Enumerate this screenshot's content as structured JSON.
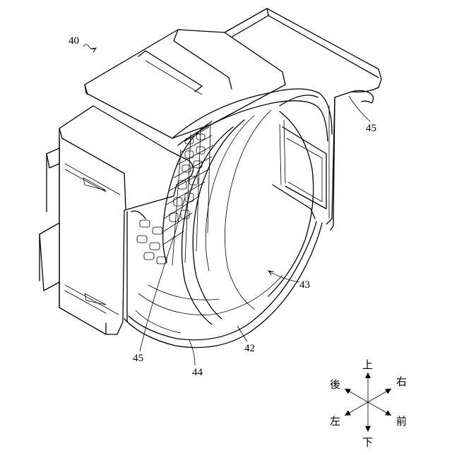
{
  "labels": {
    "ref_40": "40",
    "ref_45_right": "45",
    "ref_43": "43",
    "ref_42": "42",
    "ref_44": "44",
    "ref_45_bottom": "45"
  },
  "directions": {
    "up": "上",
    "down": "下",
    "rear": "後",
    "front": "前",
    "right": "右",
    "left": "左"
  }
}
